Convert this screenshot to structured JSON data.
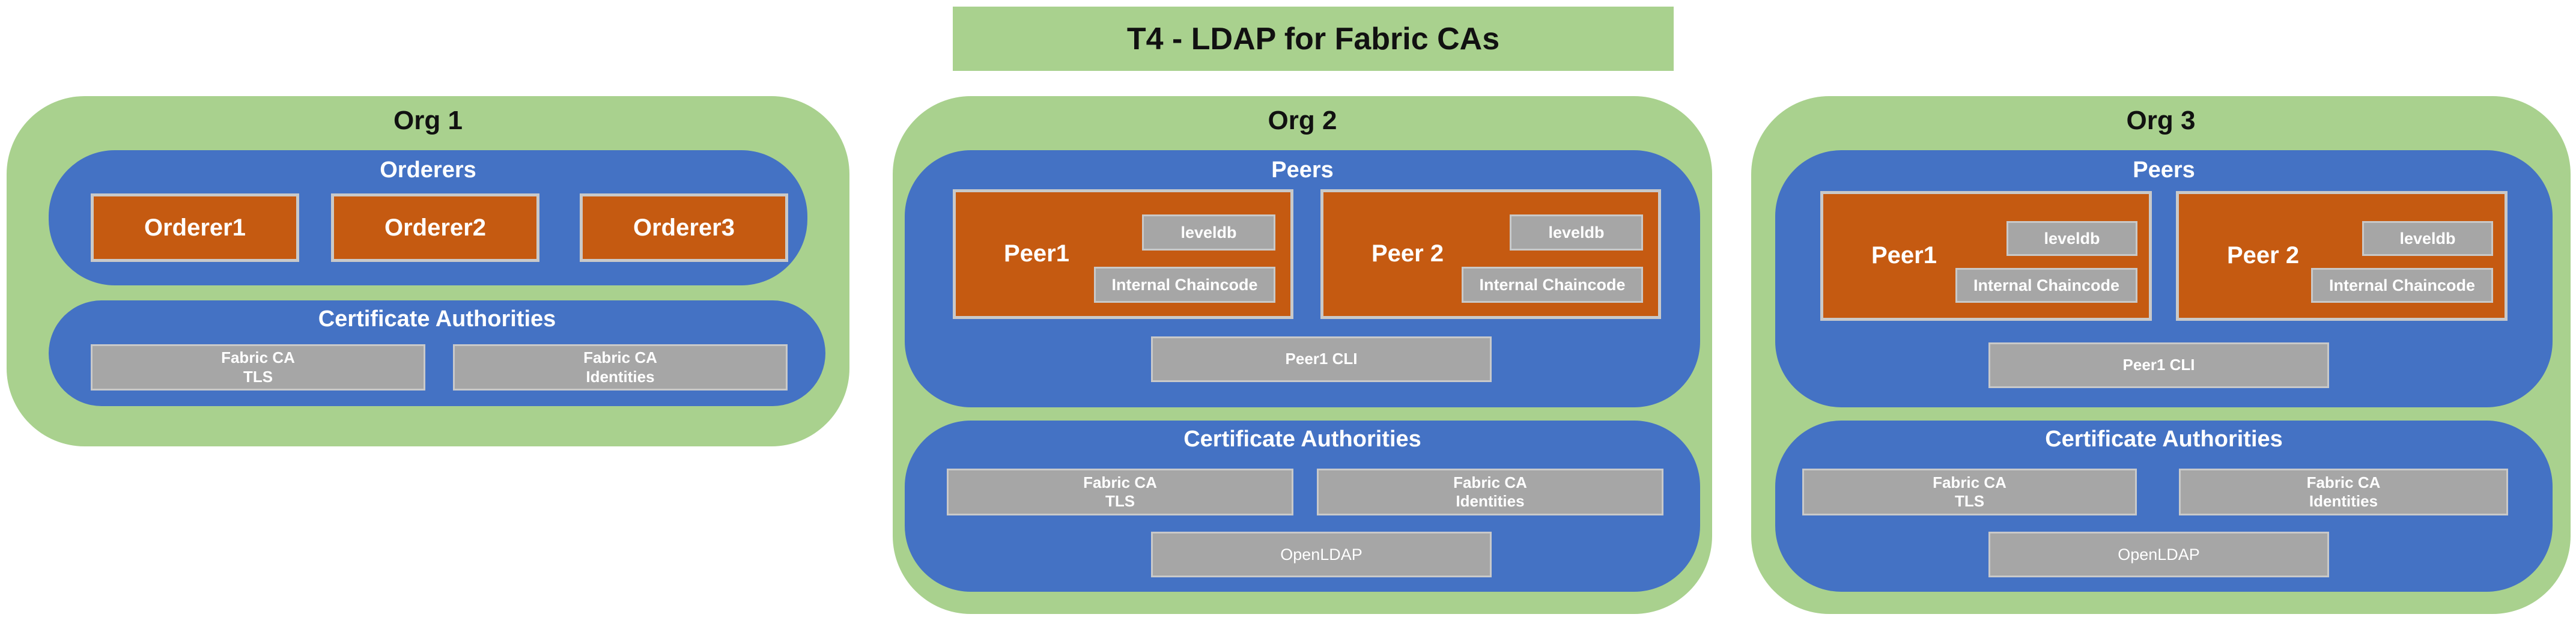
{
  "title": "T4 - LDAP for Fabric CAs",
  "org1": {
    "name": "Org 1",
    "orderers": {
      "title": "Orderers",
      "items": [
        "Orderer1",
        "Orderer2",
        "Orderer3"
      ]
    },
    "cas": {
      "title": "Certificate Authorities",
      "tls": [
        "Fabric CA",
        "TLS"
      ],
      "identities": [
        "Fabric CA",
        "Identities"
      ]
    }
  },
  "org2": {
    "name": "Org 2",
    "peers": {
      "title": "Peers",
      "peer1": {
        "name": "Peer1",
        "db": "leveldb",
        "chaincode": "Internal Chaincode"
      },
      "peer2": {
        "name": "Peer 2",
        "db": "leveldb",
        "chaincode": "Internal Chaincode"
      },
      "cli": "Peer1 CLI"
    },
    "cas": {
      "title": "Certificate Authorities",
      "tls": [
        "Fabric CA",
        "TLS"
      ],
      "identities": [
        "Fabric CA",
        "Identities"
      ],
      "ldap": "OpenLDAP"
    }
  },
  "org3": {
    "name": "Org 3",
    "peers": {
      "title": "Peers",
      "peer1": {
        "name": "Peer1",
        "db": "leveldb",
        "chaincode": "Internal Chaincode"
      },
      "peer2": {
        "name": "Peer 2",
        "db": "leveldb",
        "chaincode": "Internal Chaincode"
      },
      "cli": "Peer1 CLI"
    },
    "cas": {
      "title": "Certificate Authorities",
      "tls": [
        "Fabric CA",
        "TLS"
      ],
      "identities": [
        "Fabric CA",
        "Identities"
      ],
      "ldap": "OpenLDAP"
    }
  },
  "colors": {
    "org_background": "#a9d18e",
    "panel_background": "#4472c4",
    "node_background": "#c55a11",
    "component_background": "#a6a6a6"
  }
}
